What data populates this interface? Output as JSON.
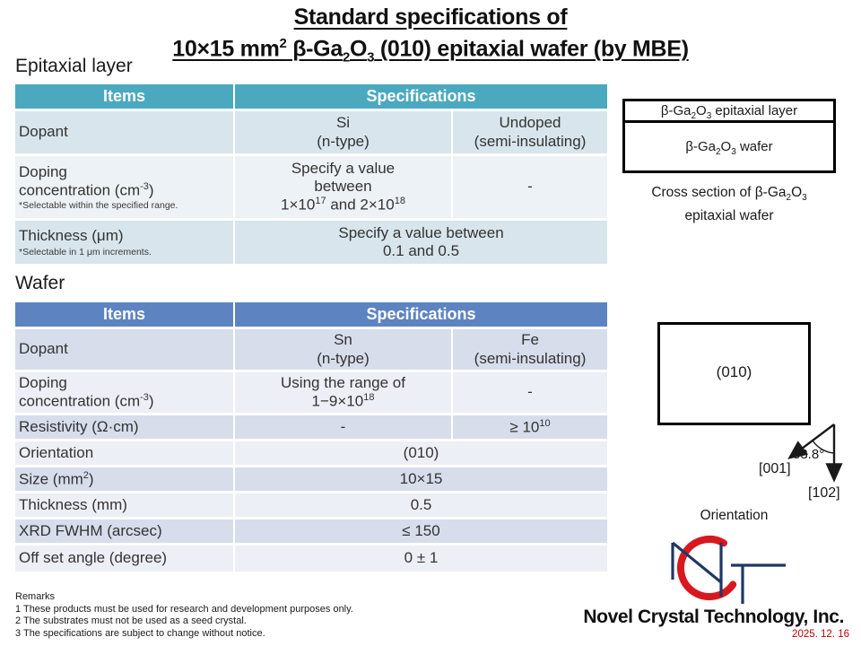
{
  "title": {
    "line1": "Standard specifications of",
    "line2_html": "10×15 mm<sup>2</sup> β-Ga<sub>2</sub>O<sub>3</sub> (010) epitaxial wafer (by MBE)"
  },
  "sections": {
    "epitaxial_label": "Epitaxial layer",
    "wafer_label": "Wafer"
  },
  "epitaxial_table": {
    "header_items": "Items",
    "header_specs": "Specifications",
    "rows": [
      {
        "item_html": "Dopant",
        "spec1_html": "Si<br>(n-type)",
        "spec2_html": "Undoped<br>(semi-insulating)"
      },
      {
        "item_html": "Doping<br>concentration (cm<sup>-3</sup>)",
        "note": "*Selectable within the specified range.",
        "spec1_html": "Specify a value<br>between<br>1×10<sup>17</sup> and 2×10<sup>18</sup>",
        "spec2_html": "-"
      },
      {
        "item_html": "Thickness (μm)",
        "note": "*Selectable in 1 μm increments.",
        "spec_span_html": "Specify a value between<br>0.1 and 0.5"
      }
    ]
  },
  "wafer_table": {
    "header_items": "Items",
    "header_specs": "Specifications",
    "rows": [
      {
        "item_html": "Dopant",
        "spec1_html": "Sn<br>(n-type)",
        "spec2_html": "Fe<br>(semi-insulating)"
      },
      {
        "item_html": "Doping<br>concentration (cm<sup>-3</sup>)",
        "spec1_html": "Using the range of<br>1−9×10<sup>18</sup>",
        "spec2_html": "-"
      },
      {
        "item_html": "Resistivity (Ω·cm)",
        "spec1_html": "-",
        "spec2_html": "≥ 10<sup>10</sup>"
      },
      {
        "item_html": "Orientation",
        "spec_span_html": "(010)"
      },
      {
        "item_html": "Size (mm<sup>2</sup>)",
        "spec_span_html": "10×15"
      },
      {
        "item_html": "Thickness (mm)",
        "spec_span_html": "0.5"
      },
      {
        "item_html": "XRD FWHM (arcsec)",
        "spec_span_html": "≤ 150"
      },
      {
        "item_html": "Off set angle (degree)",
        "spec_span_html": "0 ± 1"
      }
    ]
  },
  "cross_section": {
    "layer_html": "β-Ga<sub>2</sub>O<sub>3</sub> epitaxial layer",
    "wafer_html": "β-Ga<sub>2</sub>O<sub>3</sub> wafer",
    "caption_html": "Cross section of β-Ga<sub>2</sub>O<sub>3</sub><br>epitaxial wafer"
  },
  "orientation": {
    "plane_label": "(010)",
    "angle_label": "53.8°",
    "axis_001": "[001]",
    "axis_102": "[102]",
    "caption": "Orientation"
  },
  "remarks": {
    "heading": "Remarks",
    "lines": [
      "1 These products must be used for research and development purposes only.",
      "2 The substrates must not be used as a seed crystal.",
      "3 The specifications are subject to change without notice."
    ]
  },
  "footer": {
    "company": "Novel Crystal Technology, Inc.",
    "date": "2025. 12. 16"
  },
  "colors": {
    "epitaxial_header": "#4ba9bf",
    "wafer_header": "#5d84c1",
    "epitaxial_row_dark": "#d8e5ec",
    "epitaxial_row_light": "#ecf2f6",
    "wafer_row_dark": "#d7ddeb",
    "wafer_row_light": "#edeff6",
    "logo_navy": "#1f3864",
    "logo_red": "#d7191f",
    "date_red": "#c00000"
  }
}
